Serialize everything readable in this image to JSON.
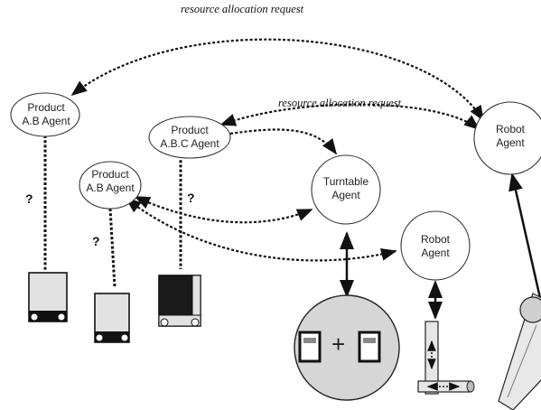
{
  "labels": {
    "top_request": "resource allocation request",
    "mid_request": "resource allocation request"
  },
  "agents": {
    "product_ab_top": {
      "line1": "Product",
      "line2": "A.B Agent"
    },
    "product_abc": {
      "line1": "Product",
      "line2": "A.B.C Agent"
    },
    "product_ab_mid": {
      "line1": "Product",
      "line2": "A.B Agent"
    },
    "turntable": {
      "line1": "Turntable",
      "line2": "Agent"
    },
    "robot_mid": {
      "line1": "Robot",
      "line2": "Agent"
    },
    "robot_right": {
      "line1": "Robot",
      "line2": "Agent"
    }
  },
  "unknown_marks": {
    "q1": "?",
    "q2": "?",
    "q3": "?"
  },
  "turntable_symbol": "+"
}
